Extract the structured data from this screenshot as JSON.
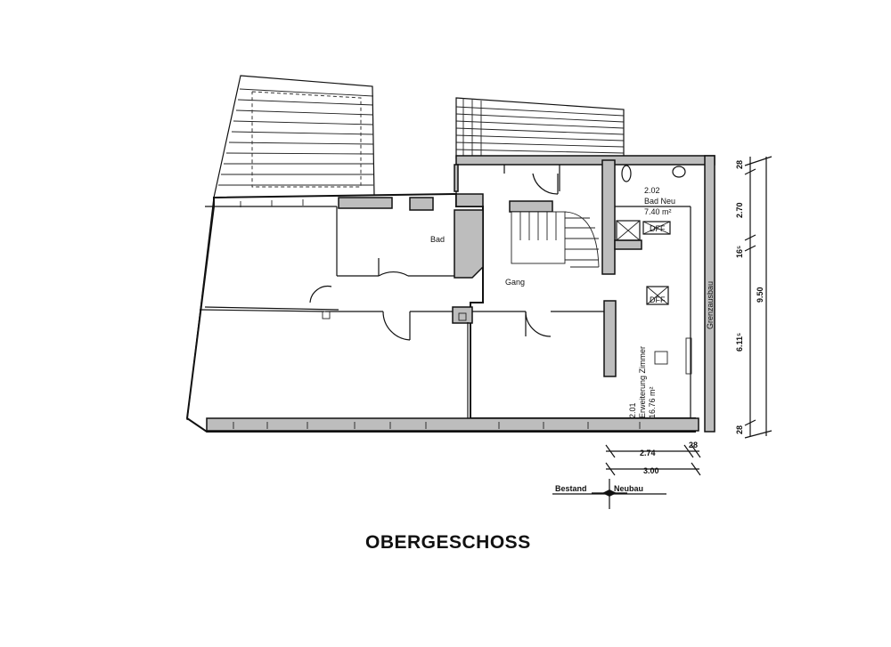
{
  "title": "OBERGESCHOSS",
  "rooms": {
    "bad": "Bad",
    "gang": "Gang",
    "bad_neu_number": "2.02",
    "bad_neu_name": "Bad Neu",
    "bad_neu_area": "7.40 m²",
    "zimmer_number": "2.01",
    "zimmer_name": "Erweiterung Zimmer",
    "zimmer_area": "16.76 m²"
  },
  "labels": {
    "dff_top": "DFF",
    "dff_mid": "DFF",
    "grenzausbau": "Grenzausbau",
    "bestand": "Bestand",
    "neubau": "Neubau"
  },
  "dimensions": {
    "right_top": "28",
    "right_270": "2.70",
    "right_16": "16⁵",
    "right_611": "6.11⁵",
    "right_bottom": "28",
    "right_total": "9.50",
    "bottom_274": "2.74",
    "bottom_28": "28",
    "bottom_300": "3.00"
  }
}
